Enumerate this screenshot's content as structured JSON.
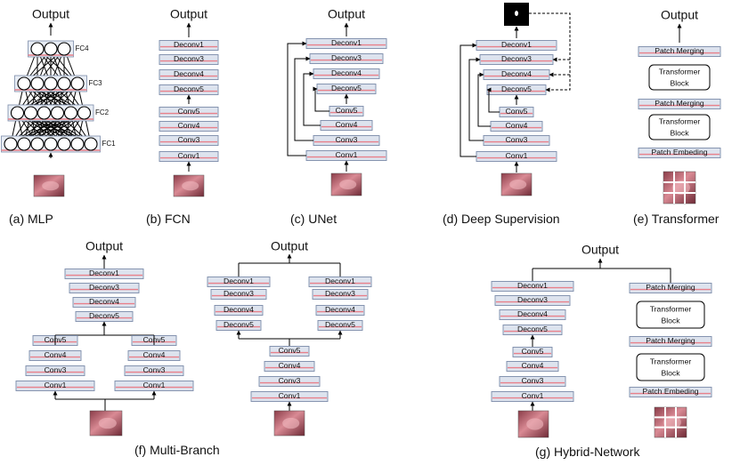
{
  "captions": {
    "a": "(a) MLP",
    "b": "(b) FCN",
    "c": "(c) UNet",
    "d": "(d) Deep Supervision",
    "e": "(e) Transformer",
    "f": "(f) Multi-Branch",
    "g": "(g) Hybrid-Network"
  },
  "output_label": "Output",
  "mlp_layers": [
    "FC4",
    "FC3",
    "FC2",
    "FC1"
  ],
  "conv_labels": {
    "conv1": "Conv1",
    "conv3": "Conv3",
    "conv4": "Conv4",
    "conv5": "Conv5",
    "deconv1": "Deconv1",
    "deconv3": "Deconv3",
    "deconv4": "Deconv4",
    "deconv5": "Deconv5"
  },
  "transformer_labels": {
    "patch_merging": "Patch Merging",
    "transformer_block": [
      "Transformer",
      "Block"
    ],
    "patch_embedding": "Patch Embeding"
  },
  "colors": {
    "block_fill": "#dde3ee",
    "block_border": "#7a8aa8",
    "block_stripe": "#e8808a",
    "image_tone": "#b5606a",
    "line": "#000000"
  }
}
